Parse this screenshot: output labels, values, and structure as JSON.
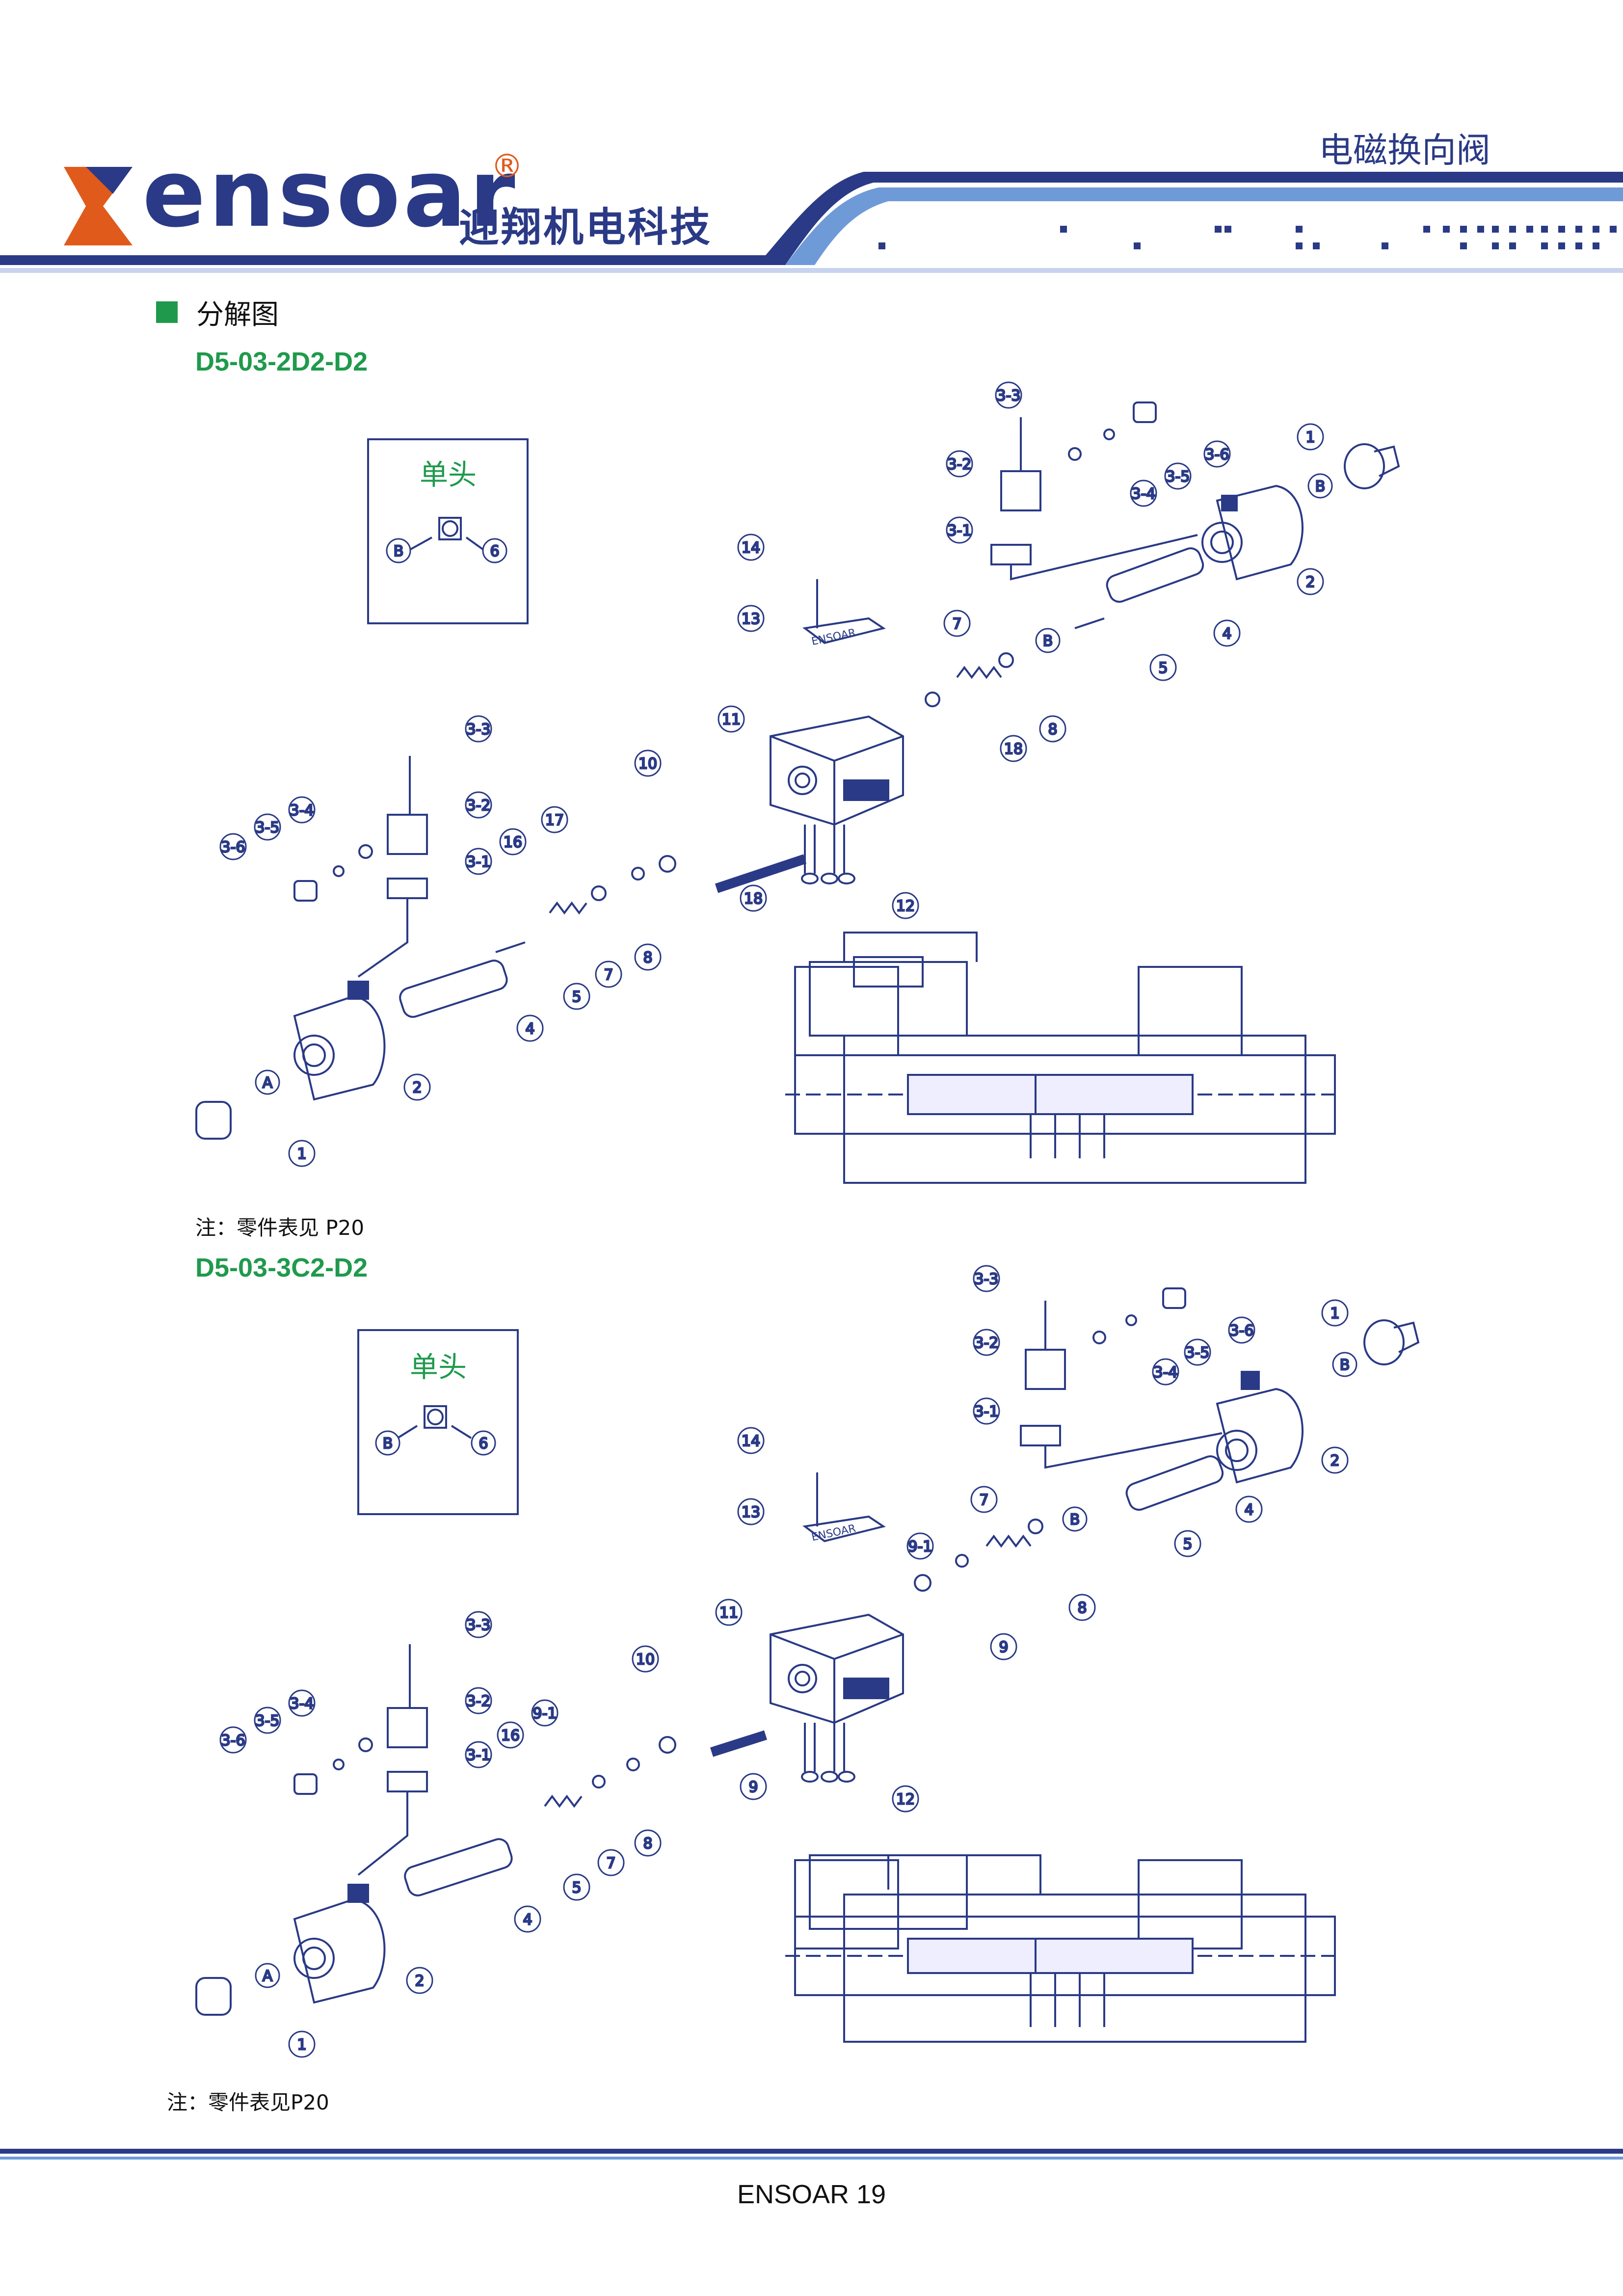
{
  "header": {
    "brand": "ensoar",
    "registered": "®",
    "brand_cn": "迎翔机电科技",
    "title": "电磁换向阀"
  },
  "section": {
    "title": "分解图"
  },
  "diagrams": [
    {
      "model": "D5-03-2D2-D2",
      "inset_title": "单头",
      "note": "注：零件表见 P20",
      "labels": [
        "1",
        "2",
        "3-1",
        "3-2",
        "3-3",
        "3-4",
        "3-5",
        "3-6",
        "4",
        "5",
        "7",
        "8",
        "10",
        "11",
        "12",
        "13",
        "14",
        "16",
        "17",
        "18",
        "A",
        "B",
        "6"
      ]
    },
    {
      "model": "D5-03-3C2-D2",
      "inset_title": "单头",
      "note": "注：零件表见P20",
      "labels": [
        "1",
        "2",
        "3-1",
        "3-2",
        "3-3",
        "3-4",
        "3-5",
        "3-6",
        "4",
        "5",
        "7",
        "8",
        "9",
        "9-1",
        "10",
        "11",
        "12",
        "13",
        "14",
        "16",
        "A",
        "B",
        "6"
      ]
    }
  ],
  "plate_text": "ENSOAR",
  "footer": {
    "text": "ENSOAR 19"
  },
  "colors": {
    "brand_blue": "#2a3a86",
    "label_green": "#1f9a4c",
    "accent_orange": "#e05a1c"
  }
}
